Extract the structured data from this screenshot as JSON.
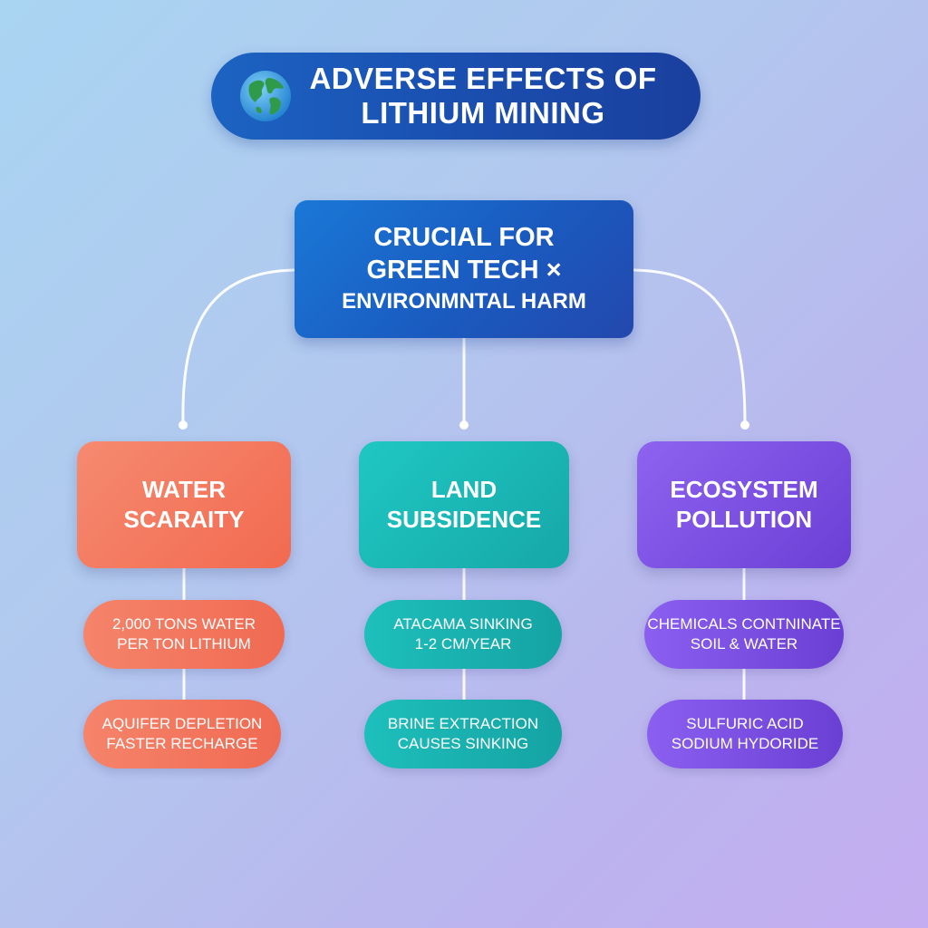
{
  "title": {
    "line1": "ADVERSE EFFECTS OF",
    "line2": "LITHIUM MINING",
    "icon": "globe-icon"
  },
  "central": {
    "line1": "CRUCIAL FOR",
    "line2": "GREEN TECH ×",
    "line3": "ENVIRONMNTAL HARM"
  },
  "categories": [
    {
      "line1": "WATER",
      "line2": "SCARAITY",
      "color": "#f26a50",
      "items": [
        {
          "line1": "2,000 TONS WATER",
          "line2": "PER TON LITHIUM"
        },
        {
          "line1": "AQUIFER DEPLETION",
          "line2": "FASTER RECHARGE"
        }
      ]
    },
    {
      "line1": "LAND",
      "line2": "SUBSIDENCE",
      "color": "#16a8a8",
      "items": [
        {
          "line1": "ATACAMA SINKING",
          "line2": "1-2 CM/YEAR"
        },
        {
          "line1": "BRINE EXTRACTION",
          "line2": "CAUSES SINKING"
        }
      ]
    },
    {
      "line1": "ECOSYSTEM",
      "line2": "POLLUTION",
      "color": "#6b3fd4",
      "items": [
        {
          "line1": "CHEMICALS CONTNINATE",
          "line2": "SOIL & WATER"
        },
        {
          "line1": "SULFURIC ACID",
          "line2": "SODIUM HYDORIDE"
        }
      ]
    }
  ],
  "colors": {
    "title_bg": "#1a4fb0",
    "central_bg": "#1a5bc0",
    "connector": "#ffffff",
    "background_start": "#a9d4f2",
    "background_end": "#c4adf0"
  }
}
